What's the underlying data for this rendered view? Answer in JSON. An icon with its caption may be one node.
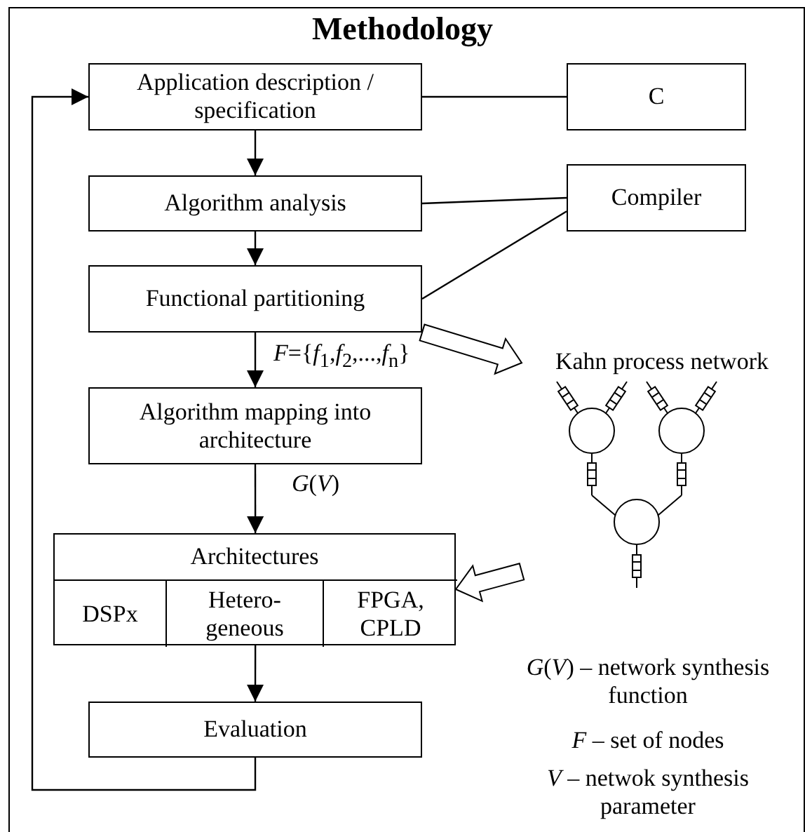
{
  "diagram": {
    "title": "Methodology",
    "nodes": [
      {
        "text": [
          "Application description / specification"
        ]
      },
      {
        "text": [
          "C"
        ]
      },
      {
        "text": [
          "Algorithm analysis"
        ]
      },
      {
        "text": [
          "Compiler"
        ]
      },
      {
        "text": [
          "Functional partitioning"
        ]
      },
      {
        "text": [
          "Algorithm mapping into architecture"
        ]
      },
      {
        "text": [
          "Kahn process network"
        ]
      },
      {
        "text": [
          "Architectures"
        ]
      },
      {
        "text": [
          "DSPx"
        ],
        "in": 7
      },
      {
        "text": [
          "Hetero- geneous"
        ],
        "in": 7
      },
      {
        "text": [
          "FPGA, CPLD"
        ],
        "in": 7
      },
      {
        "text": [
          "Evaluation"
        ]
      }
    ],
    "edges": [
      {
        "from": 0,
        "to": 2,
        "arrow": "to"
      },
      {
        "from": 2,
        "to": 4,
        "arrow": "to"
      },
      {
        "from": 4,
        "to": 5,
        "arrow": "to",
        "label": "*F*={*f*$_{1}$,*f*$_{2}$,...,*f*$_{n}$}"
      },
      {
        "from": 5,
        "to": 7,
        "arrow": "to",
        "label": "*G*(*V*)"
      },
      {
        "from": 7,
        "to": 11,
        "arrow": "to"
      },
      {
        "from": 11,
        "to": 0,
        "arrow": "to"
      },
      {
        "from": 0,
        "to": 1,
        "arrow": "none"
      },
      {
        "from": 2,
        "to": 3,
        "arrow": "none"
      },
      {
        "from": 4,
        "to": 3,
        "arrow": "none"
      },
      {
        "from": 4,
        "to": 6,
        "arrow": "to",
        "style": "thick"
      },
      {
        "from": 6,
        "to": 7,
        "arrow": "to",
        "style": "thick"
      }
    ],
    "labels": [
      "*G*(*V*) – network synthesis function",
      "*F* – set of nodes",
      "*V* – netwok synthesis parameter"
    ]
  }
}
